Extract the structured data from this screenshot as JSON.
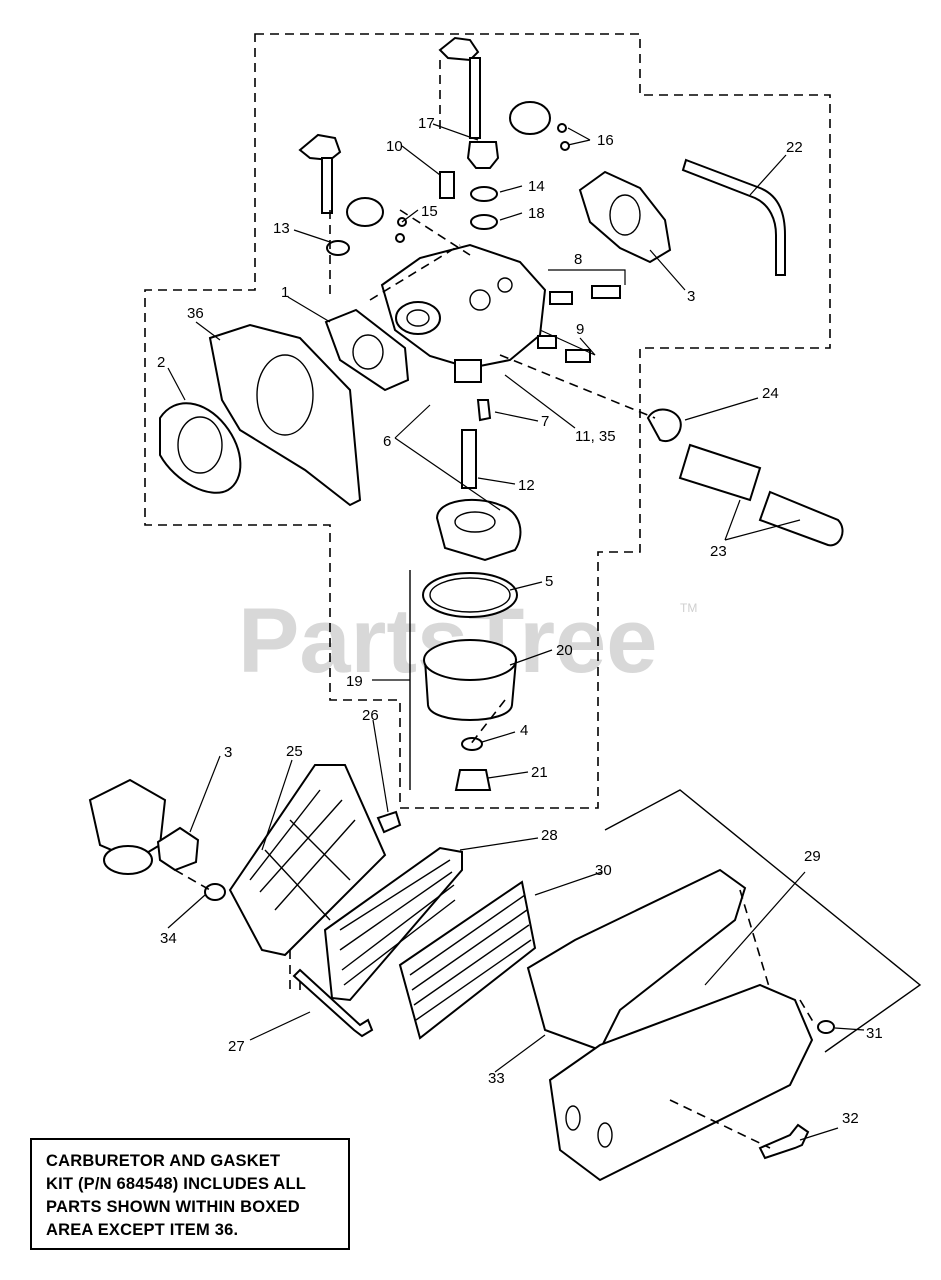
{
  "watermark": {
    "brand": "PartsTree",
    "trademark": "TM"
  },
  "callouts": {
    "c1": "1",
    "c2": "2",
    "c3a": "3",
    "c3b": "3",
    "c4": "4",
    "c5": "5",
    "c6": "6",
    "c7": "7",
    "c8": "8",
    "c9": "9",
    "c10": "10",
    "c11_35": "11, 35",
    "c12": "12",
    "c13": "13",
    "c14": "14",
    "c15": "15",
    "c16": "16",
    "c17": "17",
    "c18": "18",
    "c19": "19",
    "c20": "20",
    "c21": "21",
    "c22": "22",
    "c23": "23",
    "c24": "24",
    "c25": "25",
    "c26": "26",
    "c27": "27",
    "c28": "28",
    "c29": "29",
    "c30": "30",
    "c31": "31",
    "c32": "32",
    "c33": "33",
    "c34": "34",
    "c36": "36"
  },
  "note": {
    "line1": "CARBURETOR AND GASKET",
    "line2": "KIT (P/N 684548) INCLUDES ALL",
    "line3": "PARTS SHOWN WITHIN BOXED",
    "line4": "AREA EXCEPT ITEM 36."
  }
}
